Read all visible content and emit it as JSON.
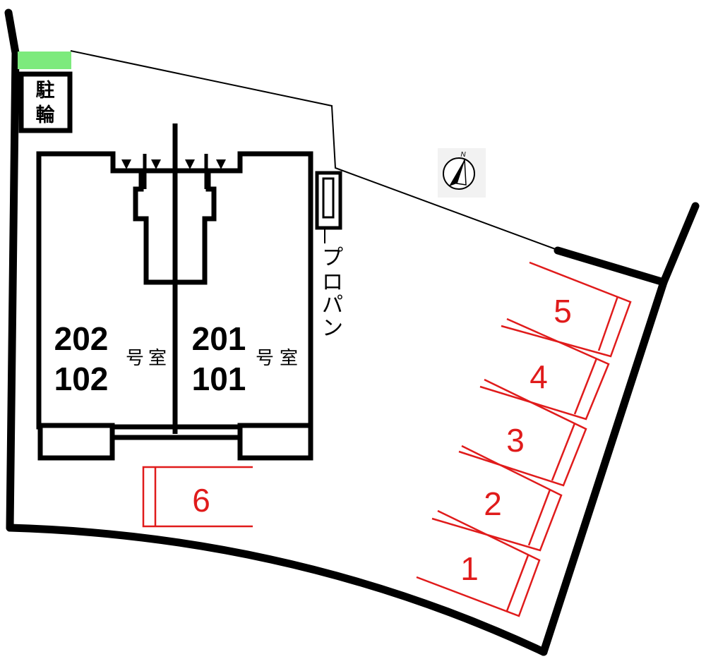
{
  "site_plan": {
    "bicycle_parking": {
      "label_line1": "駐",
      "label_line2": "輪"
    },
    "propane": {
      "label": [
        "プ",
        "ロ",
        "パ",
        "ン"
      ]
    },
    "north_mark": {
      "letter": "N"
    },
    "units": [
      {
        "upper": "202",
        "lower": "102",
        "suffix": [
          "号",
          "室"
        ]
      },
      {
        "upper": "201",
        "lower": "101",
        "suffix": [
          "号",
          "室"
        ]
      }
    ],
    "parking_spaces": [
      "1",
      "2",
      "3",
      "4",
      "5",
      "6"
    ],
    "colors": {
      "outline": "#000000",
      "parking": "#e01b1b",
      "bicycle_roof": "#7dea7d"
    }
  }
}
